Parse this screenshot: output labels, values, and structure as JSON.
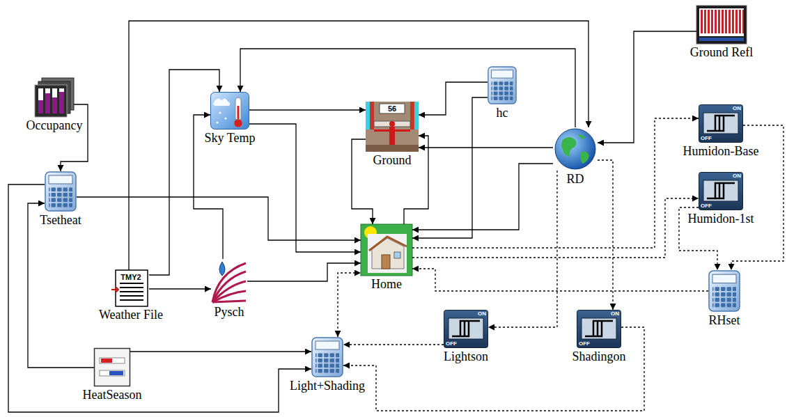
{
  "diagram": {
    "nodes": [
      {
        "text": [
          "Occupancy"
        ]
      },
      {
        "text": [
          "Tsetheat"
        ]
      },
      {
        "text": [
          "Sky Temp"
        ]
      },
      {
        "text": [
          "Ground"
        ]
      },
      {
        "text": [
          "hc"
        ]
      },
      {
        "text": [
          "Ground Refl"
        ]
      },
      {
        "text": [
          "RD"
        ]
      },
      {
        "text": [
          "Humidon-Base"
        ]
      },
      {
        "text": [
          "Humidon-1st"
        ]
      },
      {
        "text": [
          "Home"
        ]
      },
      {
        "text": [
          "RHset"
        ]
      },
      {
        "text": [
          "Weather File"
        ]
      },
      {
        "text": [
          "Pysch"
        ]
      },
      {
        "text": [
          "HeatSeason"
        ]
      },
      {
        "text": [
          "Light+Shading"
        ]
      },
      {
        "text": [
          "Lightson"
        ]
      },
      {
        "text": [
          "Shadingon"
        ]
      }
    ],
    "edges": [
      {
        "from": 0,
        "to": 1,
        "arrow": "to"
      },
      {
        "from": 13,
        "to": 1,
        "arrow": "to"
      },
      {
        "from": 1,
        "to": 9,
        "arrow": "to"
      },
      {
        "from": 1,
        "to": 14,
        "arrow": "to"
      },
      {
        "from": 13,
        "to": 14,
        "arrow": "to"
      },
      {
        "from": 11,
        "to": 2,
        "arrow": "to"
      },
      {
        "from": 11,
        "to": 6,
        "arrow": "to"
      },
      {
        "from": 11,
        "to": 12,
        "arrow": "to"
      },
      {
        "from": 6,
        "to": 2,
        "arrow": "to"
      },
      {
        "from": 5,
        "to": 6,
        "arrow": "to"
      },
      {
        "from": 2,
        "to": 3,
        "arrow": "to"
      },
      {
        "from": 2,
        "to": 9,
        "arrow": "to"
      },
      {
        "from": 12,
        "to": 2,
        "arrow": "to"
      },
      {
        "from": 12,
        "to": 9,
        "arrow": "to"
      },
      {
        "from": 4,
        "to": 3,
        "arrow": "to"
      },
      {
        "from": 4,
        "to": 9,
        "arrow": "to"
      },
      {
        "from": 6,
        "to": 3,
        "arrow": "to"
      },
      {
        "from": 6,
        "to": 9,
        "arrow": "to"
      },
      {
        "from": 3,
        "to": 9,
        "arrow": "to"
      },
      {
        "from": 9,
        "to": 3,
        "arrow": "to"
      },
      {
        "from": 9,
        "to": 7,
        "arrow": "to"
      },
      {
        "from": 9,
        "to": 8,
        "arrow": "to"
      },
      {
        "from": 7,
        "to": 10,
        "arrow": "to"
      },
      {
        "from": 8,
        "to": 10,
        "arrow": "to"
      },
      {
        "from": 10,
        "to": 9,
        "arrow": "to"
      },
      {
        "from": 6,
        "to": 15,
        "arrow": "to"
      },
      {
        "from": 6,
        "to": 16,
        "arrow": "to"
      },
      {
        "from": 15,
        "to": 14,
        "arrow": "to"
      },
      {
        "from": 16,
        "to": 14,
        "arrow": "to"
      },
      {
        "from": 14,
        "to": 9,
        "arrow": "both"
      }
    ],
    "labels": [
      "56",
      "TMY2",
      "ON",
      "OFF",
      "ON",
      "OFF",
      "ON",
      "OFF",
      "ON",
      "OFF"
    ]
  }
}
